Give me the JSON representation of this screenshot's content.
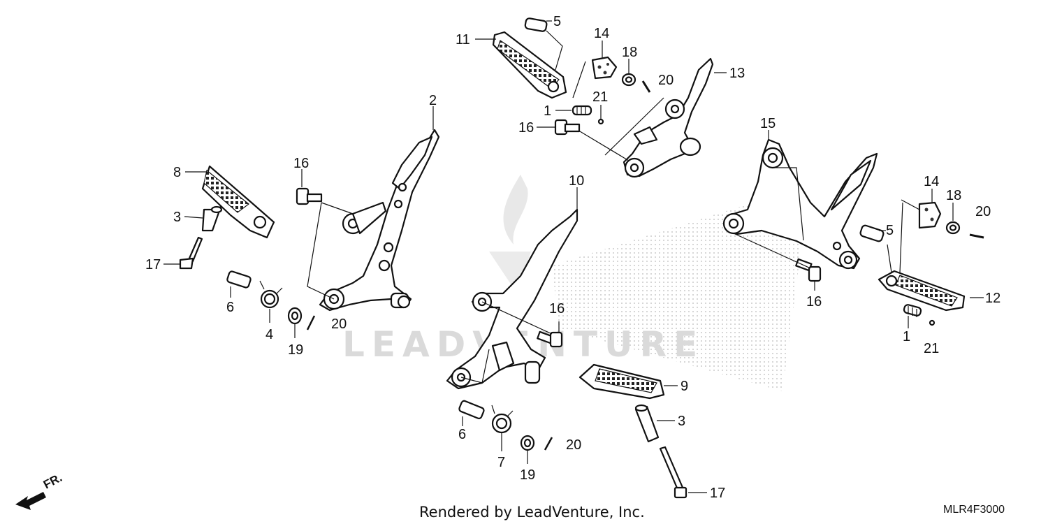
{
  "parts": {
    "p1a": "1",
    "p1b": "1",
    "p2": "2",
    "p3a": "3",
    "p3b": "3",
    "p4": "4",
    "p5a": "5",
    "p5b": "5",
    "p6a": "6",
    "p6b": "6",
    "p7": "7",
    "p8": "8",
    "p9": "9",
    "p10": "10",
    "p11": "11",
    "p12": "12",
    "p13": "13",
    "p14a": "14",
    "p14b": "14",
    "p15": "15",
    "p16a": "16",
    "p16b": "16",
    "p16c": "16",
    "p16d": "16",
    "p17a": "17",
    "p17b": "17",
    "p18a": "18",
    "p18b": "18",
    "p19a": "19",
    "p19b": "19",
    "p20a": "20",
    "p20b": "20",
    "p20c": "20",
    "p20d": "20",
    "p21a": "21",
    "p21b": "21"
  },
  "watermark": "LEADVENTURE",
  "footer": "Rendered by LeadVenture, Inc.",
  "diagram_code": "MLR4F3000",
  "direction_label": "FR."
}
